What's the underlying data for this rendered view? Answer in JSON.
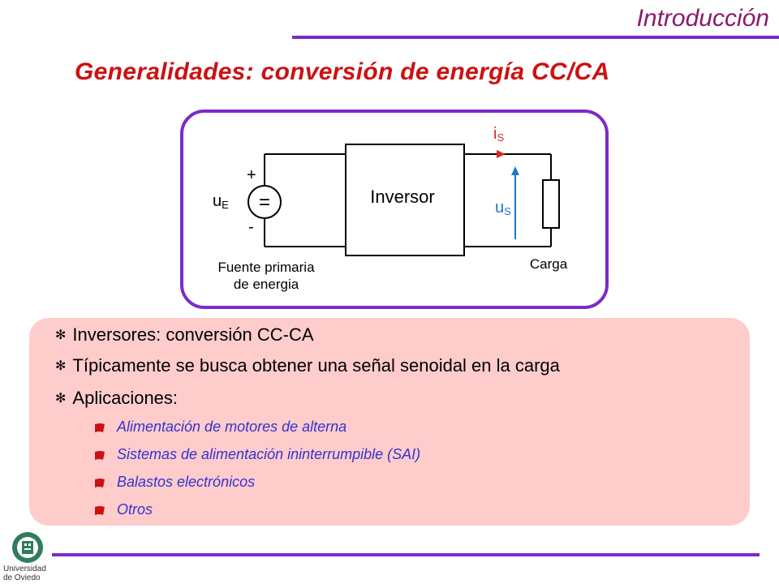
{
  "header": {
    "section": "Introducción",
    "title": "Generalidades: conversión de energía CC/CA"
  },
  "diagram": {
    "inverter_label": "Inversor",
    "source_symbol": "=",
    "plus": "+",
    "minus": "-",
    "input_voltage": {
      "main": "u",
      "sub": "E"
    },
    "output_current": {
      "main": "i",
      "sub": "S"
    },
    "output_voltage": {
      "main": "u",
      "sub": "S"
    },
    "source_caption_line1": "Fuente primaria",
    "source_caption_line2": "de energia",
    "load_caption": "Carga",
    "colors": {
      "current": "#D52B1E",
      "voltage": "#1E78C8",
      "frame": "#7B2BC9"
    }
  },
  "bullets": {
    "items": [
      "Inversores: conversión CC-CA",
      "Típicamente se busca obtener una señal senoidal en la carga",
      "Aplicaciones:"
    ],
    "sub_items": [
      "Alimentación de motores de alterna",
      "Sistemas de alimentación ininterrumpible (SAI)",
      "Balastos electrónicos",
      "Otros"
    ],
    "marker_color": "#CC1111"
  },
  "footer": {
    "logo_line1": "Universidad",
    "logo_line2": "de Oviedo"
  }
}
